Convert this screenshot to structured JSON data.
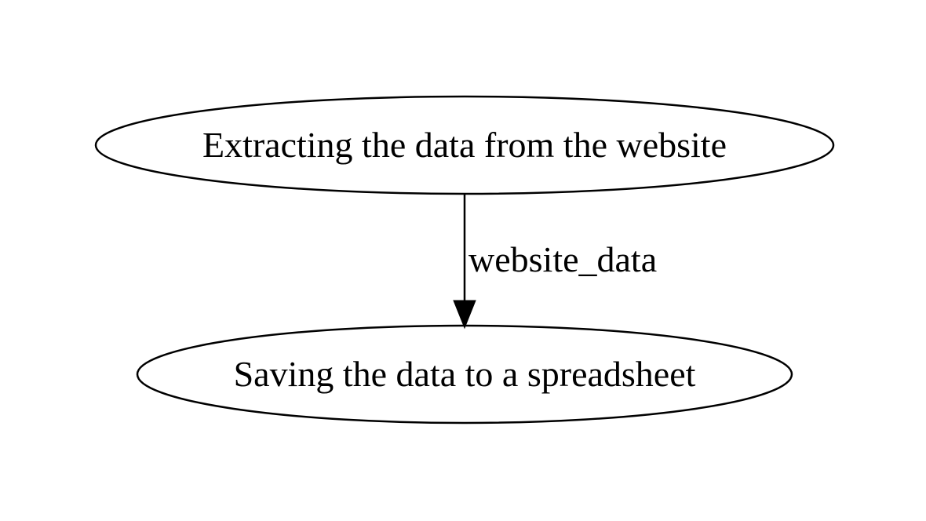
{
  "diagram": {
    "type": "flowchart",
    "background_color": "#ffffff",
    "stroke_color": "#000000",
    "text_color": "#000000",
    "nodes": [
      {
        "id": "extract",
        "shape": "ellipse",
        "label": "Extracting the data from the website"
      },
      {
        "id": "save",
        "shape": "ellipse",
        "label": "Saving the data to a spreadsheet"
      }
    ],
    "edges": [
      {
        "from": "extract",
        "to": "save",
        "label": "website_data",
        "arrowhead": "normal"
      }
    ]
  }
}
